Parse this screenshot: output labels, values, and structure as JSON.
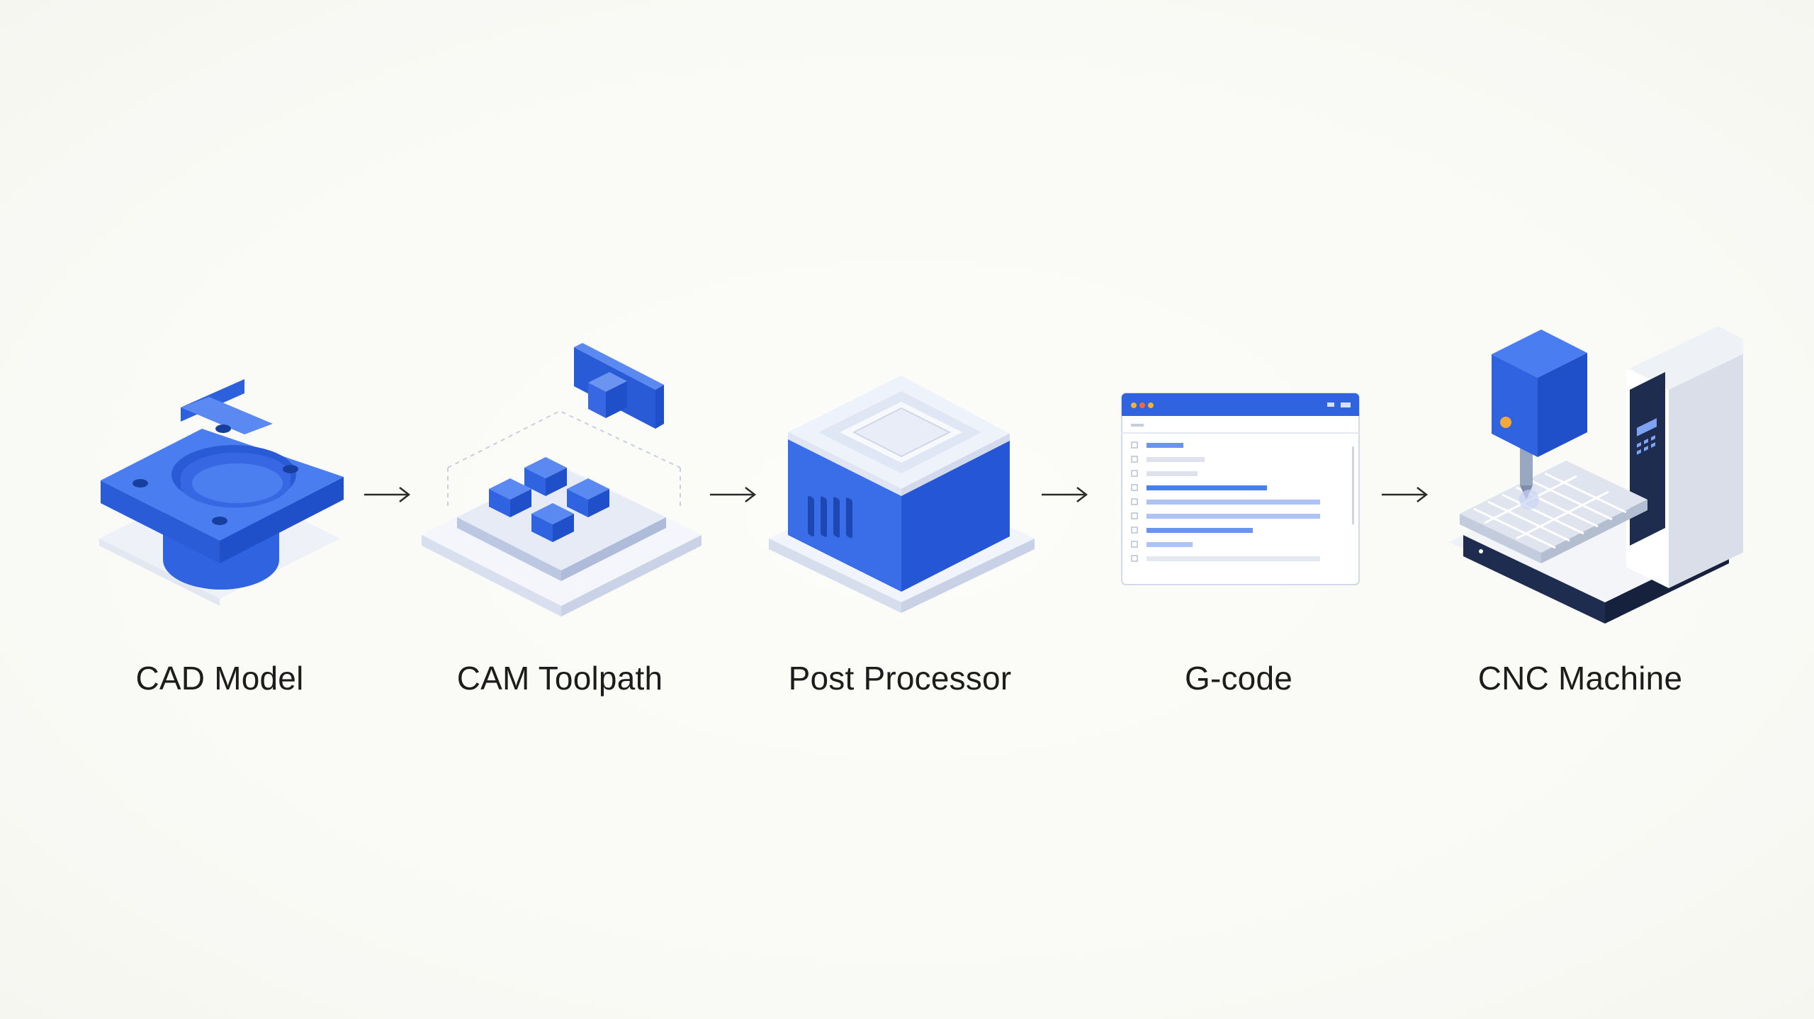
{
  "steps": [
    {
      "id": "cad",
      "label": "CAD Model",
      "icon": "cad-model-icon"
    },
    {
      "id": "cam",
      "label": "CAM Toolpath",
      "icon": "cam-toolpath-icon"
    },
    {
      "id": "post",
      "label": "Post Processor",
      "icon": "post-processor-icon"
    },
    {
      "id": "gcode",
      "label": "G-code",
      "icon": "gcode-window-icon"
    },
    {
      "id": "cnc",
      "label": "CNC Machine",
      "icon": "cnc-machine-icon"
    }
  ],
  "colors": {
    "accent": "#3a6ee8",
    "accent_dark": "#2456d6",
    "accent_light": "#6b94f0",
    "platform": "#e8edf7",
    "navy": "#1d2c4f",
    "text": "#1c1c1c"
  }
}
